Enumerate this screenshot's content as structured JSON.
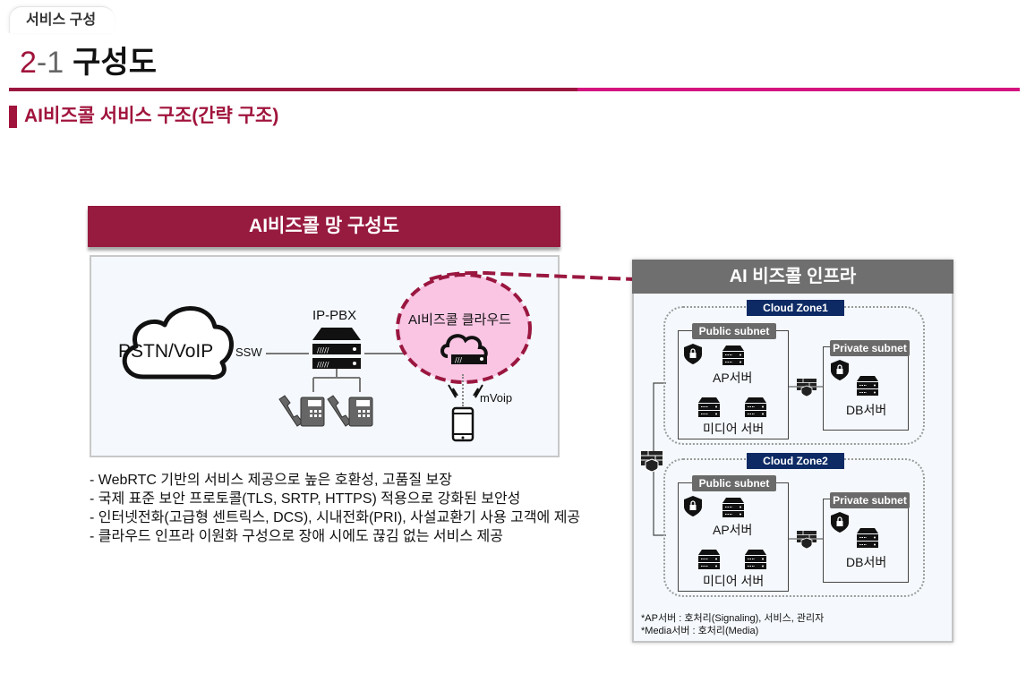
{
  "header": {
    "section_tab": "서비스 구성",
    "title_num_major": "2",
    "title_sep": "-",
    "title_num_minor": "1",
    "title_text": "구성도",
    "subtitle": "AI비즈콜 서비스 구조(간략 구조)"
  },
  "network": {
    "header": "AI비즈콜 망 구성도",
    "pstn_label": "PSTN/VoIP",
    "ssw_label": "SSW",
    "pbx_label": "IP-PBX",
    "cloud_label": "AI비즈콜 클라우드",
    "mvoip_label": "mVoip"
  },
  "bullets": [
    "- WebRTC 기반의 서비스 제공으로 높은 호환성, 고품질 보장",
    "- 국제 표준 보안 프로토콜(TLS, SRTP, HTTPS) 적용으로 강화된 보안성",
    "- 인터넷전화(고급형 센트릭스, DCS), 시내전화(PRI), 사설교환기 사용 고객에 제공",
    "- 클라우드 인프라 이원화 구성으로 장애 시에도 끊김 없는 서비스 제공"
  ],
  "infra": {
    "header": "AI 비즈콜 인프라",
    "zones": [
      {
        "label": "Cloud Zone1",
        "public_label": "Public subnet",
        "private_label": "Private subnet",
        "ap_label": "AP서버",
        "media_label": "미디어 서버",
        "db_label": "DB서버"
      },
      {
        "label": "Cloud Zone2",
        "public_label": "Public subnet",
        "private_label": "Private subnet",
        "ap_label": "AP서버",
        "media_label": "미디어 서버",
        "db_label": "DB서버"
      }
    ],
    "footnotes": [
      "*AP서버 : 호처리(Signaling), 서비스, 관리자",
      "*Media서버 : 호처리(Media)"
    ]
  },
  "colors": {
    "brand": "#a0143c",
    "brand_pink": "#d4147f",
    "zone_navy": "#0d2a64",
    "cloud_fill": "#f9c5e3"
  }
}
